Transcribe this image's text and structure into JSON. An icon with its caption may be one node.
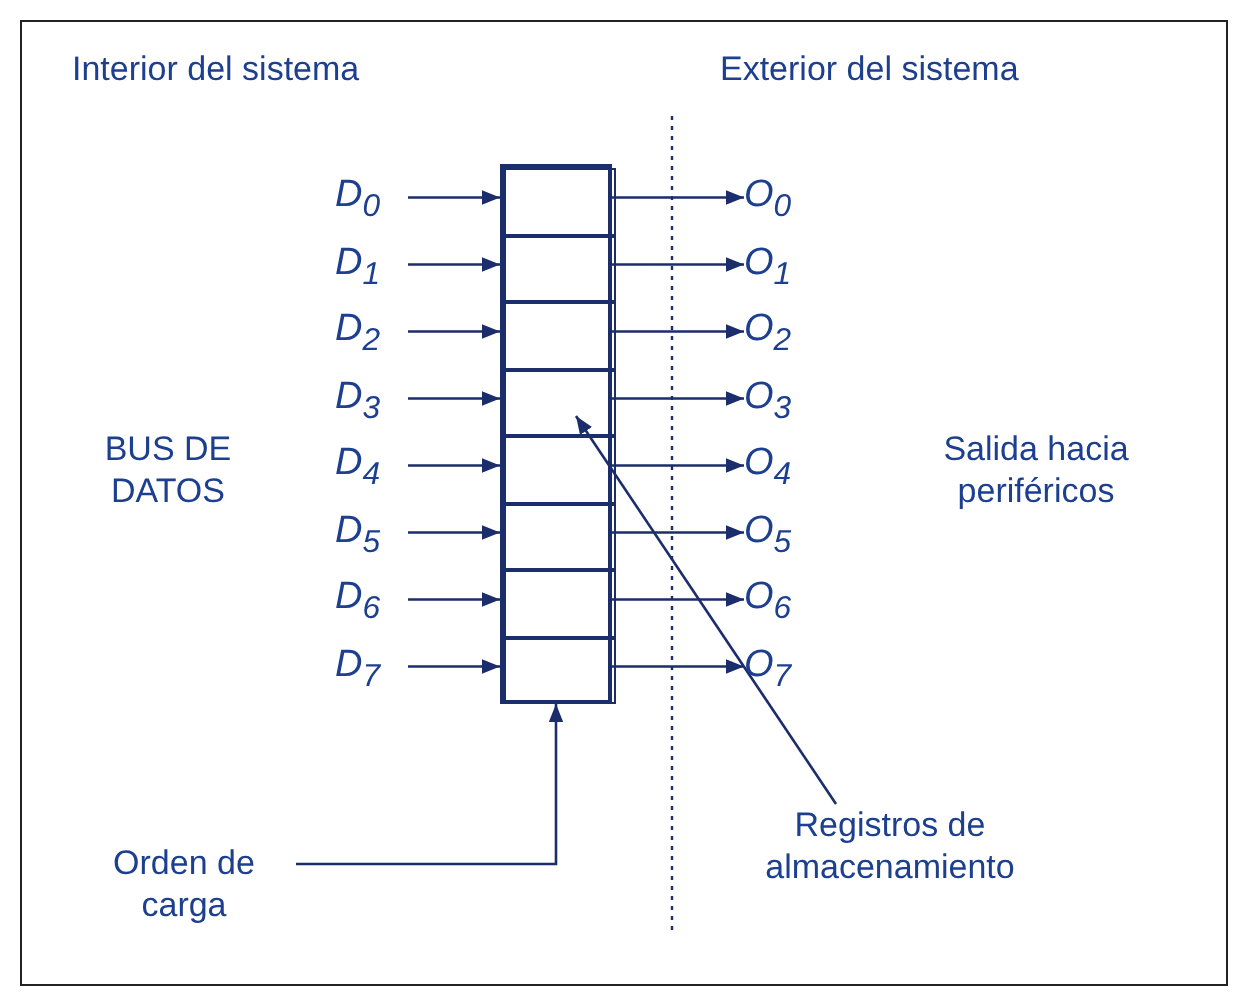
{
  "diagram": {
    "nodes": [
      {
        "text": [],
        "shape": "box"
      },
      {
        "text": [],
        "shape": "box",
        "in": 0
      },
      {
        "text": [],
        "shape": "box",
        "in": 0
      },
      {
        "text": [],
        "shape": "box",
        "in": 0
      },
      {
        "text": [],
        "shape": "box",
        "in": 0
      },
      {
        "text": [],
        "shape": "box",
        "in": 0
      },
      {
        "text": [],
        "shape": "box",
        "in": 0
      },
      {
        "text": [],
        "shape": "box",
        "in": 0
      },
      {
        "text": [],
        "shape": "box",
        "in": 0
      },
      {
        "text": [
          "D$_{0}$"
        ]
      },
      {
        "text": [
          "D$_{1}$"
        ]
      },
      {
        "text": [
          "D$_{2}$"
        ]
      },
      {
        "text": [
          "D$_{3}$"
        ]
      },
      {
        "text": [
          "D$_{4}$"
        ]
      },
      {
        "text": [
          "D$_{5}$"
        ]
      },
      {
        "text": [
          "D$_{6}$"
        ]
      },
      {
        "text": [
          "D$_{7}$"
        ]
      },
      {
        "text": [
          "O$_{0}$"
        ]
      },
      {
        "text": [
          "O$_{1}$"
        ]
      },
      {
        "text": [
          "O$_{2}$"
        ]
      },
      {
        "text": [
          "O$_{3}$"
        ]
      },
      {
        "text": [
          "O$_{4}$"
        ]
      },
      {
        "text": [
          "O$_{5}$"
        ]
      },
      {
        "text": [
          "O$_{6}$"
        ]
      },
      {
        "text": [
          "O$_{7}$"
        ]
      },
      {
        "text": [
          "Orden de carga"
        ]
      },
      {
        "text": [
          "Registros de almacenamiento"
        ]
      }
    ],
    "edges": [
      {
        "from": 9,
        "to": 1,
        "arrow": "to"
      },
      {
        "from": 10,
        "to": 2,
        "arrow": "to"
      },
      {
        "from": 11,
        "to": 3,
        "arrow": "to"
      },
      {
        "from": 12,
        "to": 4,
        "arrow": "to"
      },
      {
        "from": 13,
        "to": 5,
        "arrow": "to"
      },
      {
        "from": 14,
        "to": 6,
        "arrow": "to"
      },
      {
        "from": 15,
        "to": 7,
        "arrow": "to"
      },
      {
        "from": 16,
        "to": 8,
        "arrow": "to"
      },
      {
        "from": 1,
        "to": 17,
        "arrow": "to"
      },
      {
        "from": 2,
        "to": 18,
        "arrow": "to"
      },
      {
        "from": 3,
        "to": 19,
        "arrow": "to"
      },
      {
        "from": 4,
        "to": 20,
        "arrow": "to"
      },
      {
        "from": 5,
        "to": 21,
        "arrow": "to"
      },
      {
        "from": 6,
        "to": 22,
        "arrow": "to"
      },
      {
        "from": 7,
        "to": 23,
        "arrow": "to"
      },
      {
        "from": 8,
        "to": 24,
        "arrow": "to"
      },
      {
        "from": 25,
        "to": 0,
        "arrow": "to"
      },
      {
        "from": 26,
        "to": 4,
        "arrow": "to"
      }
    ],
    "labels": [
      "Interior del sistema",
      "Exterior del sistema",
      "BUS DE DATOS",
      "Salida hacia periféricos"
    ]
  }
}
